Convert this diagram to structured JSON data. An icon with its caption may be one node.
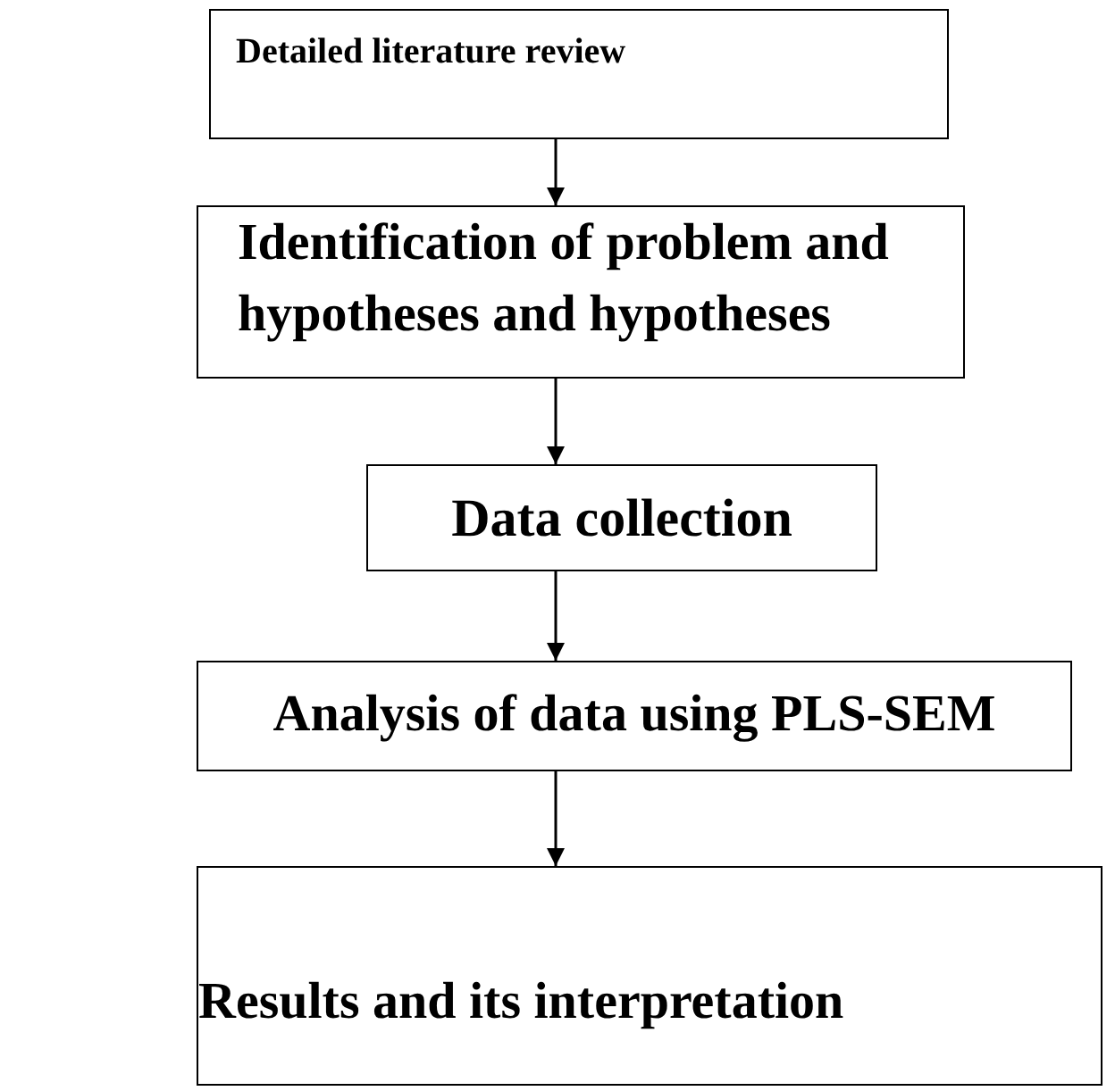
{
  "diagram": {
    "nodes": [
      {
        "text": [
          "Detailed literature review"
        ]
      },
      {
        "text": [
          "Identification of problem and hypotheses and hypotheses"
        ]
      },
      {
        "text": [
          "Data collection"
        ]
      },
      {
        "text": [
          "Analysis of data using PLS-SEM"
        ]
      },
      {
        "text": [
          "Results and its interpretation"
        ]
      }
    ],
    "edges": [
      {
        "from": 0,
        "to": 1,
        "arrow": "to"
      },
      {
        "from": 1,
        "to": 2,
        "arrow": "to"
      },
      {
        "from": 2,
        "to": 3,
        "arrow": "to"
      },
      {
        "from": 3,
        "to": 4,
        "arrow": "to"
      }
    ]
  }
}
